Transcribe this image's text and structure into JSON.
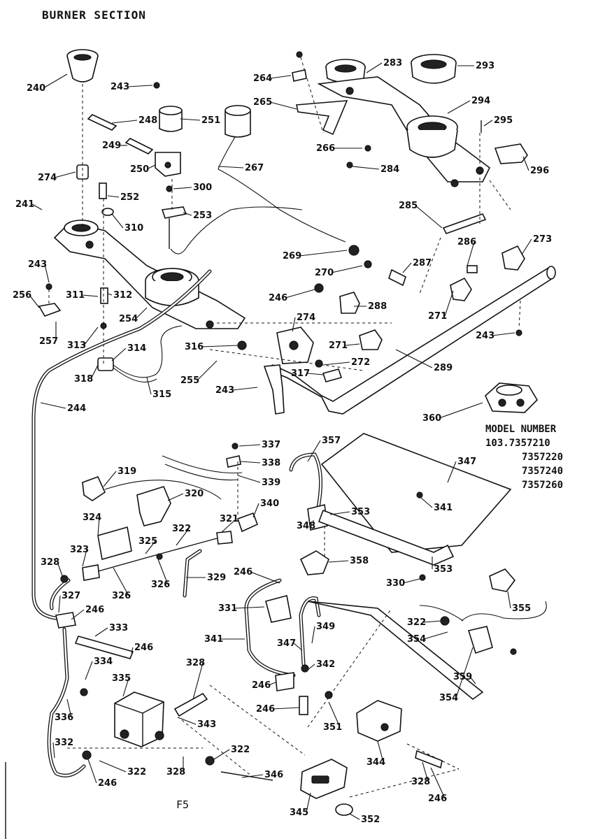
{
  "title": "BURNER SECTION",
  "footer": "F5",
  "model": {
    "heading": "MODEL NUMBER",
    "numbers": [
      "103.7357210",
      "7357220",
      "7357240",
      "7357260"
    ]
  },
  "callouts": [
    "240",
    "243",
    "248",
    "251",
    "249",
    "250",
    "274",
    "252",
    "300",
    "241",
    "310",
    "253",
    "243",
    "256",
    "311",
    "312",
    "257",
    "313",
    "254",
    "318",
    "314",
    "315",
    "244",
    "264",
    "265",
    "267",
    "283",
    "293",
    "294",
    "295",
    "266",
    "284",
    "296",
    "285",
    "269",
    "270",
    "286",
    "273",
    "287",
    "246",
    "288",
    "274",
    "271",
    "272",
    "317",
    "316",
    "255",
    "243",
    "289",
    "360",
    "243",
    "271",
    "337",
    "338",
    "339",
    "319",
    "320",
    "340",
    "324",
    "321",
    "322",
    "325",
    "323",
    "326",
    "328",
    "326",
    "329",
    "246",
    "327",
    "246",
    "333",
    "246",
    "334",
    "335",
    "336",
    "332",
    "328",
    "322",
    "322",
    "328",
    "246",
    "343",
    "346",
    "357",
    "347",
    "353",
    "341",
    "348",
    "358",
    "353",
    "330",
    "331",
    "341",
    "347",
    "349",
    "342",
    "246",
    "246",
    "351",
    "344",
    "345",
    "352",
    "246",
    "328",
    "322",
    "354",
    "354",
    "355",
    "359"
  ]
}
